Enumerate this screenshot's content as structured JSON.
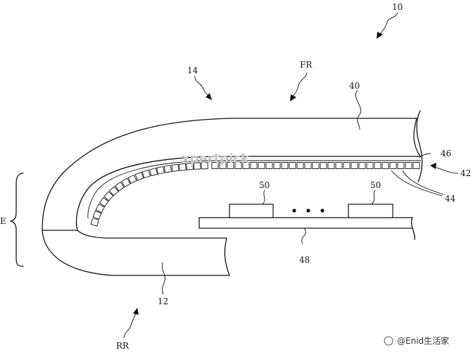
{
  "labels": {
    "device": "10",
    "housing": "12",
    "front_side": "14",
    "front": "FR",
    "rear": "RR",
    "edge": "E",
    "cover": "40",
    "display": "42",
    "pixels": "44",
    "layer": "46",
    "substrate": "48",
    "component_a": "50",
    "component_b": "50"
  },
  "watermark": "xpertpick",
  "credit": "@Enid生活家"
}
